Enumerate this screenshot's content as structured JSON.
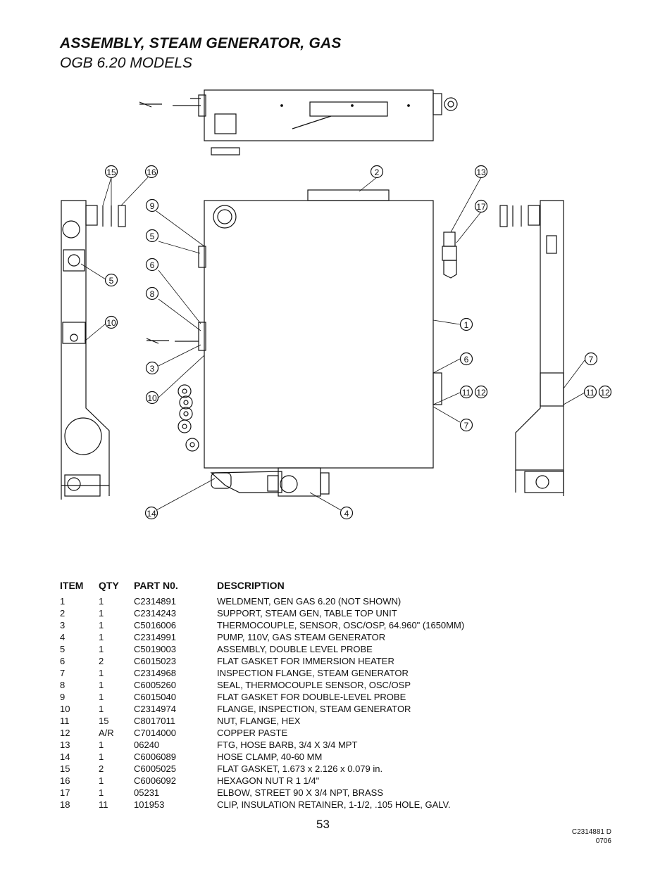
{
  "header": {
    "title": "ASSEMBLY, STEAM GENERATOR, GAS",
    "subtitle": "OGB 6.20 MODELS"
  },
  "callouts": [
    "15",
    "16",
    "2",
    "13",
    "9",
    "17",
    "5",
    "6",
    "8",
    "5",
    "10",
    "1",
    "3",
    "6",
    "10",
    "11",
    "12",
    "7",
    "7",
    "11",
    "12",
    "14",
    "4"
  ],
  "table": {
    "headers": [
      "ITEM",
      "QTY",
      "PART N0.",
      "DESCRIPTION"
    ],
    "rows": [
      [
        "1",
        "1",
        "C2314891",
        "WELDMENT, GEN GAS 6.20 (NOT SHOWN)"
      ],
      [
        "2",
        "1",
        "C2314243",
        "SUPPORT, STEAM GEN, TABLE TOP UNIT"
      ],
      [
        "3",
        "1",
        "C5016006",
        "THERMOCOUPLE, SENSOR, OSC/OSP, 64.960\" (1650MM)"
      ],
      [
        "4",
        "1",
        "C2314991",
        "PUMP, 110V, GAS STEAM GENERATOR"
      ],
      [
        "5",
        "1",
        "C5019003",
        "ASSEMBLY, DOUBLE LEVEL PROBE"
      ],
      [
        "6",
        "2",
        "C6015023",
        "FLAT GASKET FOR IMMERSION HEATER"
      ],
      [
        "7",
        "1",
        "C2314968",
        "INSPECTION FLANGE, STEAM GENERATOR"
      ],
      [
        "8",
        "1",
        "C6005260",
        "SEAL, THERMOCOUPLE SENSOR, OSC/OSP"
      ],
      [
        "9",
        "1",
        "C6015040",
        "FLAT GASKET FOR DOUBLE-LEVEL PROBE"
      ],
      [
        "10",
        "1",
        "C2314974",
        "FLANGE, INSPECTION, STEAM GENERATOR"
      ],
      [
        "11",
        "15",
        "C8017011",
        "NUT, FLANGE, HEX"
      ],
      [
        "12",
        "A/R",
        "C7014000",
        "COPPER PASTE"
      ],
      [
        "13",
        "1",
        "06240",
        "FTG, HOSE BARB, 3/4 X 3/4 MPT"
      ],
      [
        "14",
        "1",
        "C6006089",
        "HOSE CLAMP, 40-60 MM"
      ],
      [
        "15",
        "2",
        "C6005025",
        "FLAT GASKET, 1.673 x 2.126 x 0.079 in."
      ],
      [
        "16",
        "1",
        "C6006092",
        "HEXAGON NUT R 1 1/4\""
      ],
      [
        "17",
        "1",
        "05231",
        "ELBOW, STREET 90 X 3/4 NPT, BRASS"
      ],
      [
        "18",
        "11",
        "101953",
        "CLIP, INSULATION RETAINER, 1-1/2, .105 HOLE, GALV."
      ]
    ]
  },
  "footer": {
    "page_number": "53",
    "doc_number": "C2314881 D",
    "doc_date": "0706"
  }
}
